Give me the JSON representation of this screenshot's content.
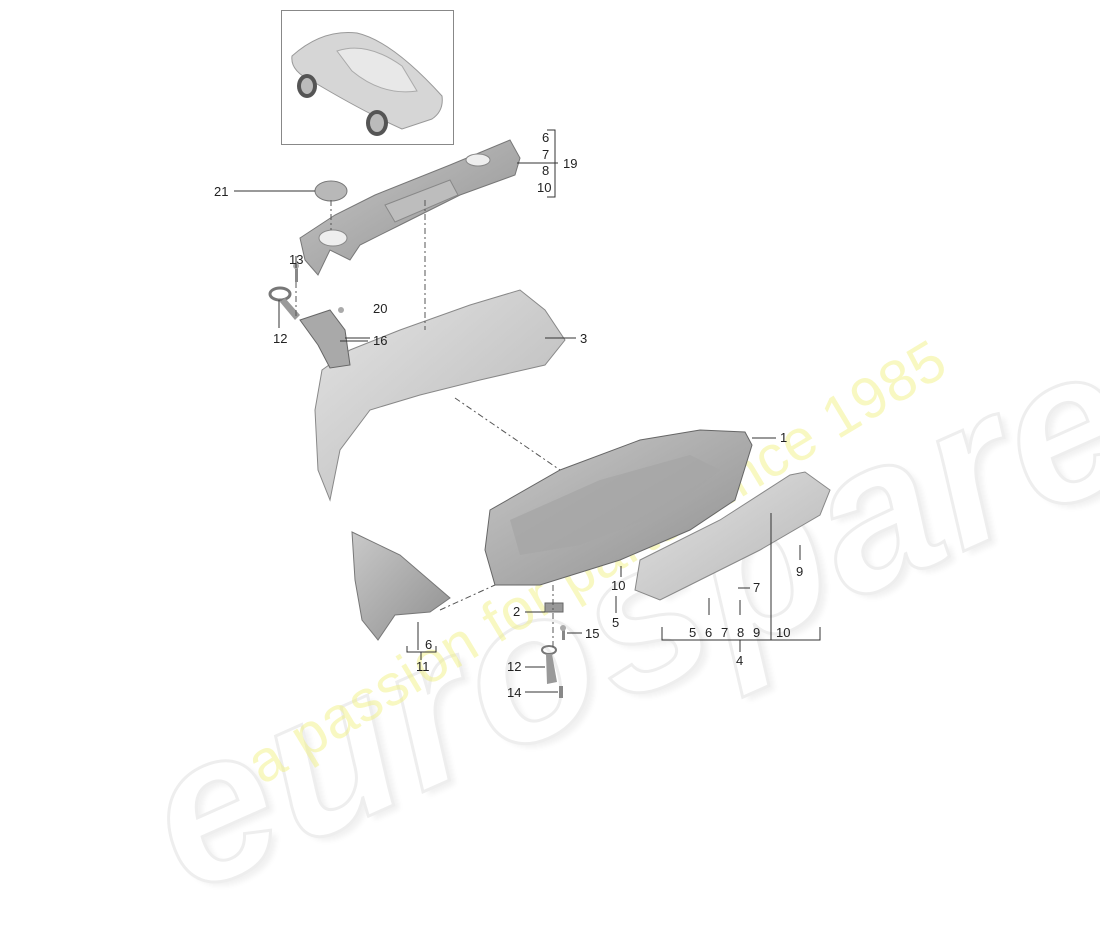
{
  "watermark": {
    "logo_text": "eurospares",
    "tagline": "a passion for parts since 1985",
    "tagline_color": "#f0f078"
  },
  "thumbnail": {
    "description": "Porsche coupe overview (rear 3/4 view)"
  },
  "callouts": {
    "c1": "1",
    "c2": "2",
    "c3": "3",
    "c4": "4",
    "c5a": "5",
    "c9a": "9",
    "c10a": "10",
    "c7a": "7",
    "c12a": "12",
    "c12b": "12",
    "c13": "13",
    "c14": "14",
    "c15": "15",
    "c16": "16",
    "c19": "19",
    "c20": "20",
    "c21": "21",
    "c11": "11",
    "c6a": "6"
  },
  "groups": {
    "group19": [
      "6",
      "7",
      "8",
      "10"
    ],
    "group4": [
      "5",
      "6",
      "7",
      "8",
      "9",
      "10"
    ]
  }
}
